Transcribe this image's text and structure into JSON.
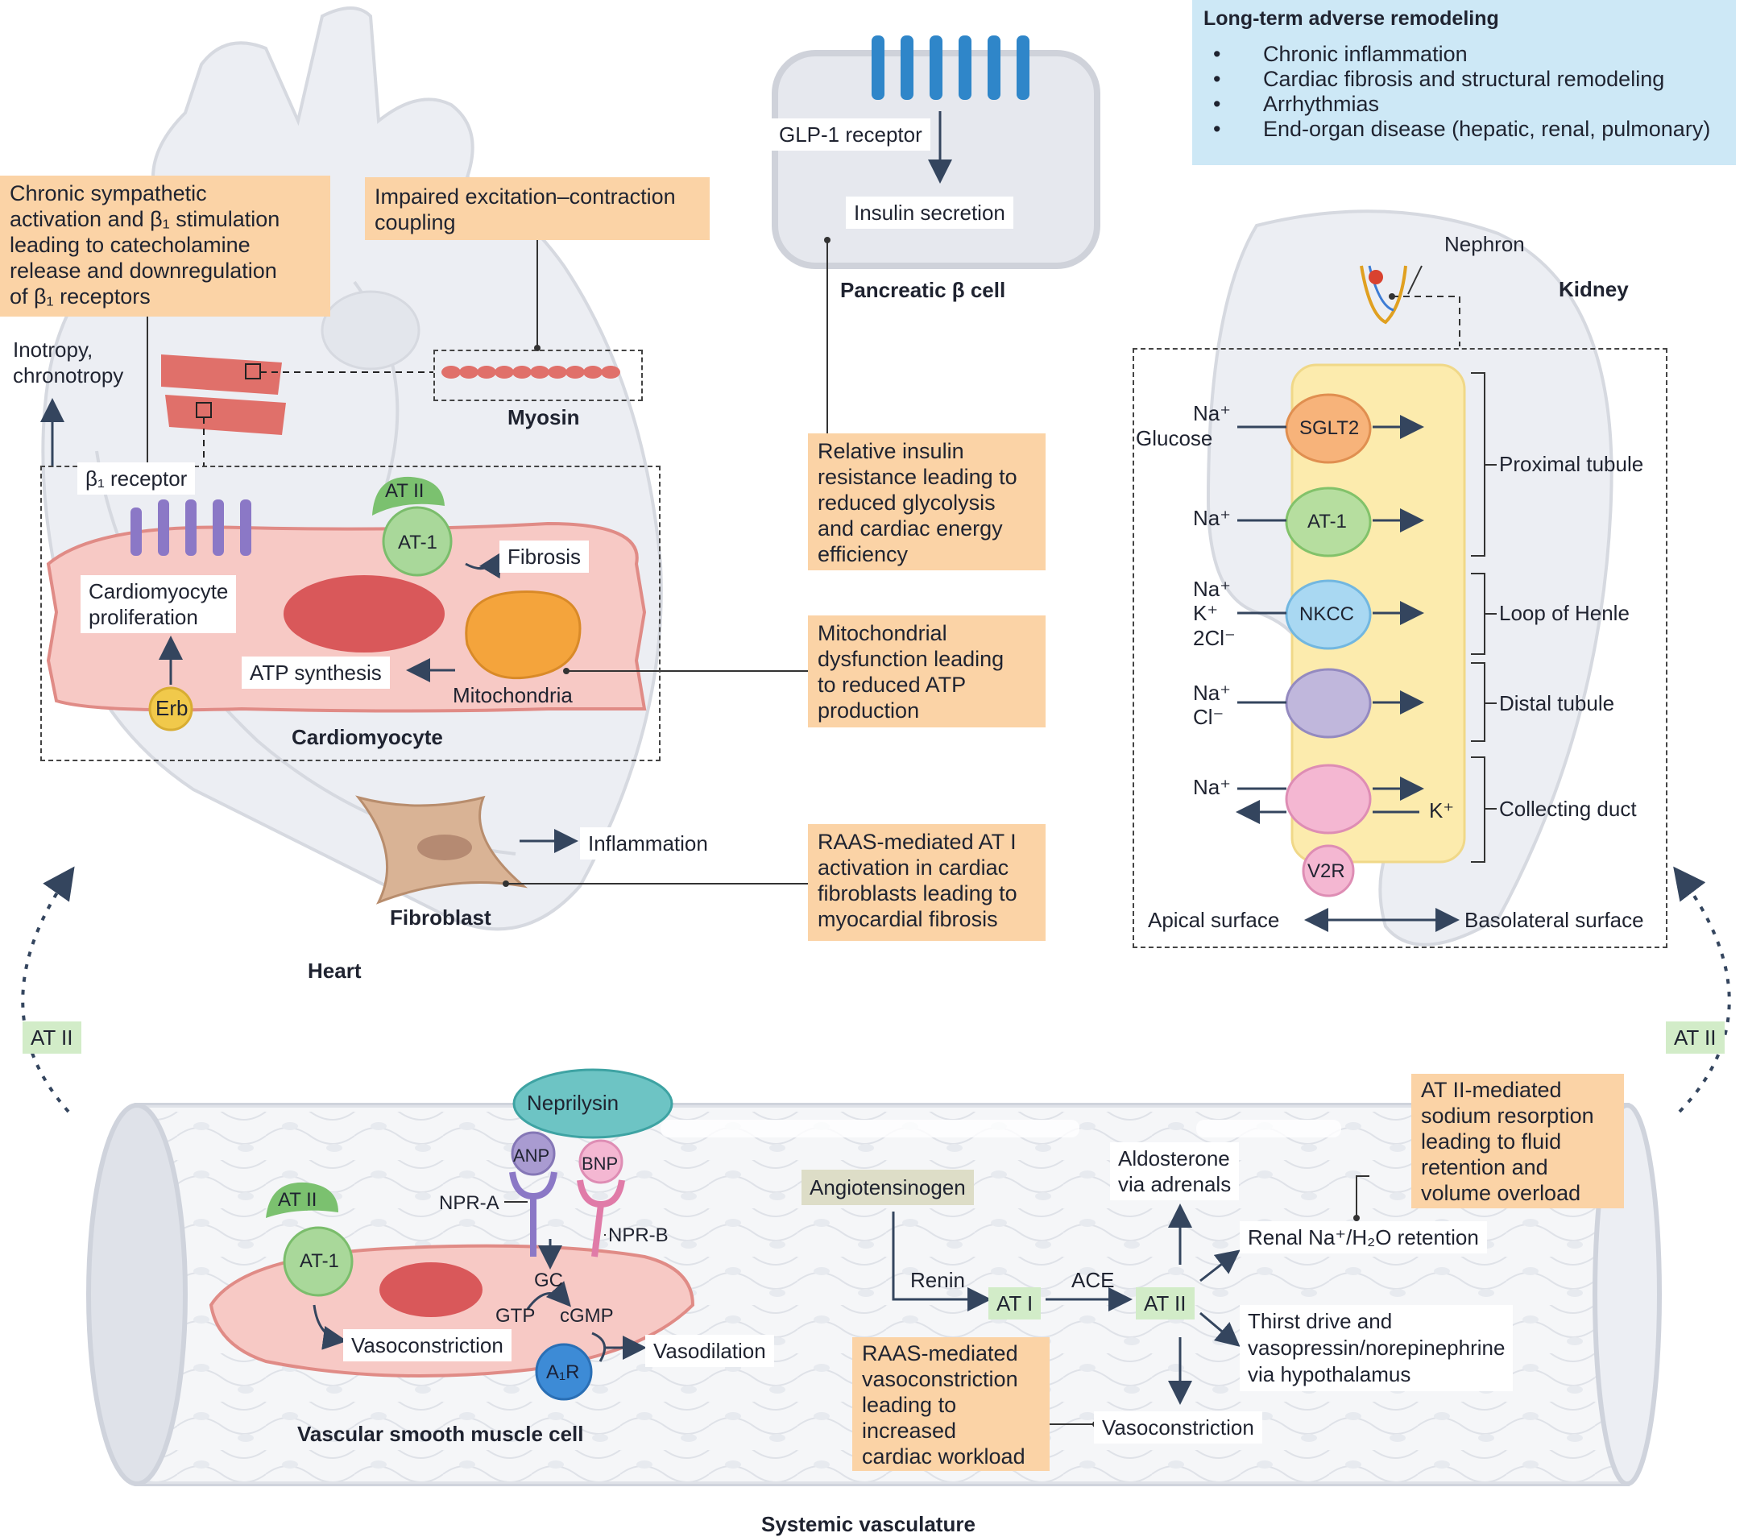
{
  "adverse_box": {
    "title": "Long-term adverse remodeling",
    "items": [
      "Chronic inflammation",
      "Cardiac fibrosis and structural remodeling",
      "Arrhythmias",
      "End-organ disease (hepatic, renal, pulmonary)"
    ]
  },
  "heart": {
    "title": "Heart",
    "sympathetic_box": [
      "Chronic sympathetic",
      "activation and β₁ stimulation",
      "leading to catecholamine",
      "release and downregulation",
      "of β₁ receptors"
    ],
    "ec_box": [
      "Impaired excitation–contraction",
      "coupling"
    ],
    "inotropy": [
      "Inotropy,",
      "chronotropy"
    ],
    "myosin": "Myosin",
    "beta1_receptor": "β₁ receptor",
    "at2": "AT II",
    "at1": "AT-1",
    "fibrosis": "Fibrosis",
    "proliferation": [
      "Cardiomyocyte",
      "proliferation"
    ],
    "atp": "ATP synthesis",
    "mitochondria": "Mitochondria",
    "erb": "Erb",
    "cardiomyocyte": "Cardiomyocyte",
    "inflammation": "Inflammation",
    "fibroblast": "Fibroblast"
  },
  "pancreas": {
    "glp1": "GLP-1 receptor",
    "insulin_secretion": "Insulin secretion",
    "title": "Pancreatic β cell"
  },
  "center_boxes": {
    "insulin": [
      "Relative insulin",
      "resistance leading to",
      "reduced glycolysis",
      "and cardiac energy",
      "efficiency"
    ],
    "mito": [
      "Mitochondrial",
      "dysfunction leading",
      "to reduced ATP",
      "production"
    ],
    "raas": [
      "RAAS-mediated AT I",
      "activation in cardiac",
      "fibroblasts leading to",
      "myocardial fibrosis"
    ]
  },
  "kidney": {
    "title": "Kidney",
    "nephron": "Nephron",
    "transporters": {
      "sglt2": "SGLT2",
      "at1": "AT-1",
      "nkcc": "NKCC",
      "v2r": "V2R"
    },
    "ions": {
      "row1": [
        "Na⁺",
        "Glucose"
      ],
      "row2": [
        "Na⁺"
      ],
      "row3": [
        "Na⁺",
        "K⁺",
        "2Cl⁻"
      ],
      "row4": [
        "Na⁺",
        "Cl⁻"
      ],
      "row5": [
        "Na⁺"
      ],
      "k_out": "K⁺"
    },
    "segments": [
      "Proximal tubule",
      "Loop of Henle",
      "Distal tubule",
      "Collecting duct"
    ],
    "apical": "Apical  surface",
    "basolateral": "Basolateral surface"
  },
  "at2_left": "AT II",
  "at2_right": "AT II",
  "vasculature": {
    "title": "Systemic vasculature",
    "neprilysin": "Neprilysin",
    "anp": "ANP",
    "bnp": "BNP",
    "npra": "NPR-A",
    "nprb": "NPR-B",
    "gc": "GC",
    "gtp": "GTP",
    "cgmp": "cGMP",
    "a1r": "A₁R",
    "at2": "AT II",
    "at1": "AT-1",
    "vasoconstriction_cell": "Vasoconstriction",
    "vasodilation": "Vasodilation",
    "vsmc": "Vascular smooth muscle cell",
    "angiotensinogen": "Angiotensinogen",
    "renin": "Renin",
    "ati": "AT I",
    "ace": "ACE",
    "atii": "AT II",
    "aldosterone": [
      "Aldosterone",
      "via adrenals"
    ],
    "renal": "Renal Na⁺/H₂O retention",
    "thirst": [
      "Thirst drive and",
      "vasopressin/norepinephrine",
      "via hypothalamus"
    ],
    "vasoconstriction": "Vasoconstriction",
    "raas_box": [
      "RAAS-mediated",
      "vasoconstriction",
      "leading to",
      "increased",
      "cardiac workload"
    ],
    "sodium_box": [
      "AT II-mediated",
      "sodium resorption",
      "leading to fluid",
      "retention and",
      "volume overload"
    ]
  },
  "colors": {
    "orange_box": "#fbd3a6",
    "green_box": "#d2ecc8",
    "blue_box": "#cde8f6",
    "arrow": "#34455e"
  }
}
